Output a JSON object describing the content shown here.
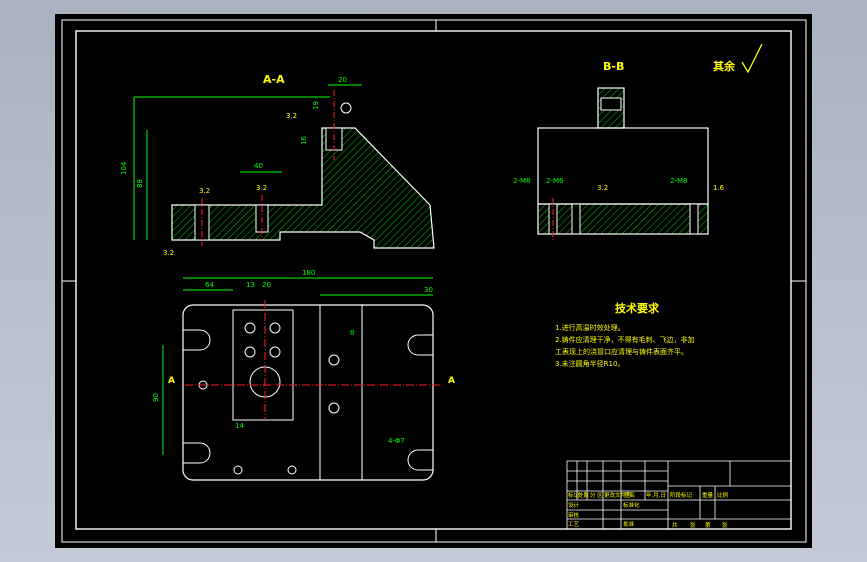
{
  "views": {
    "section_aa_label": "A-A",
    "section_bb_label": "B-B",
    "cut_label": "A"
  },
  "roughness": {
    "rest_label": "其余",
    "values": [
      "3.2",
      "3.2",
      "3.2",
      "3.2",
      "1.6"
    ]
  },
  "dimensions": {
    "overall_width": "180",
    "d1": "64",
    "d2": "13",
    "d3": "20",
    "d4": "30",
    "d5": "90",
    "d6": "88",
    "d7": "104",
    "d8": "40",
    "d9": "19",
    "d10": "16",
    "d11": "8",
    "d12": "14",
    "hole1": "2-M8",
    "hole2": "2-M6",
    "hole3": "4-Φ7"
  },
  "tech": {
    "title": "技术要求",
    "lines": [
      "1.进行高温时效处理。",
      "2.铸件应清理干净，不得有毛刺、飞边，非加",
      "工表现上的浇冒口应清理与铸件表面齐平。",
      "3.未注圆角半径R10。"
    ]
  },
  "title_block": {
    "c1": "标记",
    "c2": "处数",
    "c3": "分 区",
    "c4": "更改文件号",
    "c5": "签名",
    "c6": "年.月.日",
    "c7": "设计",
    "c8": "标准化",
    "c9": "阶段标记",
    "c10": "重量",
    "c11": "比例",
    "c12": "审核",
    "c13": "工艺",
    "c14": "批准",
    "c15": "共",
    "c16": "张",
    "c17": "第",
    "c18": "张"
  },
  "colors": {
    "outline": "#ffffff",
    "dimension": "#00ff00",
    "hatch": "#00ff00",
    "center": "#ff2020",
    "annotation": "#ffff00"
  }
}
